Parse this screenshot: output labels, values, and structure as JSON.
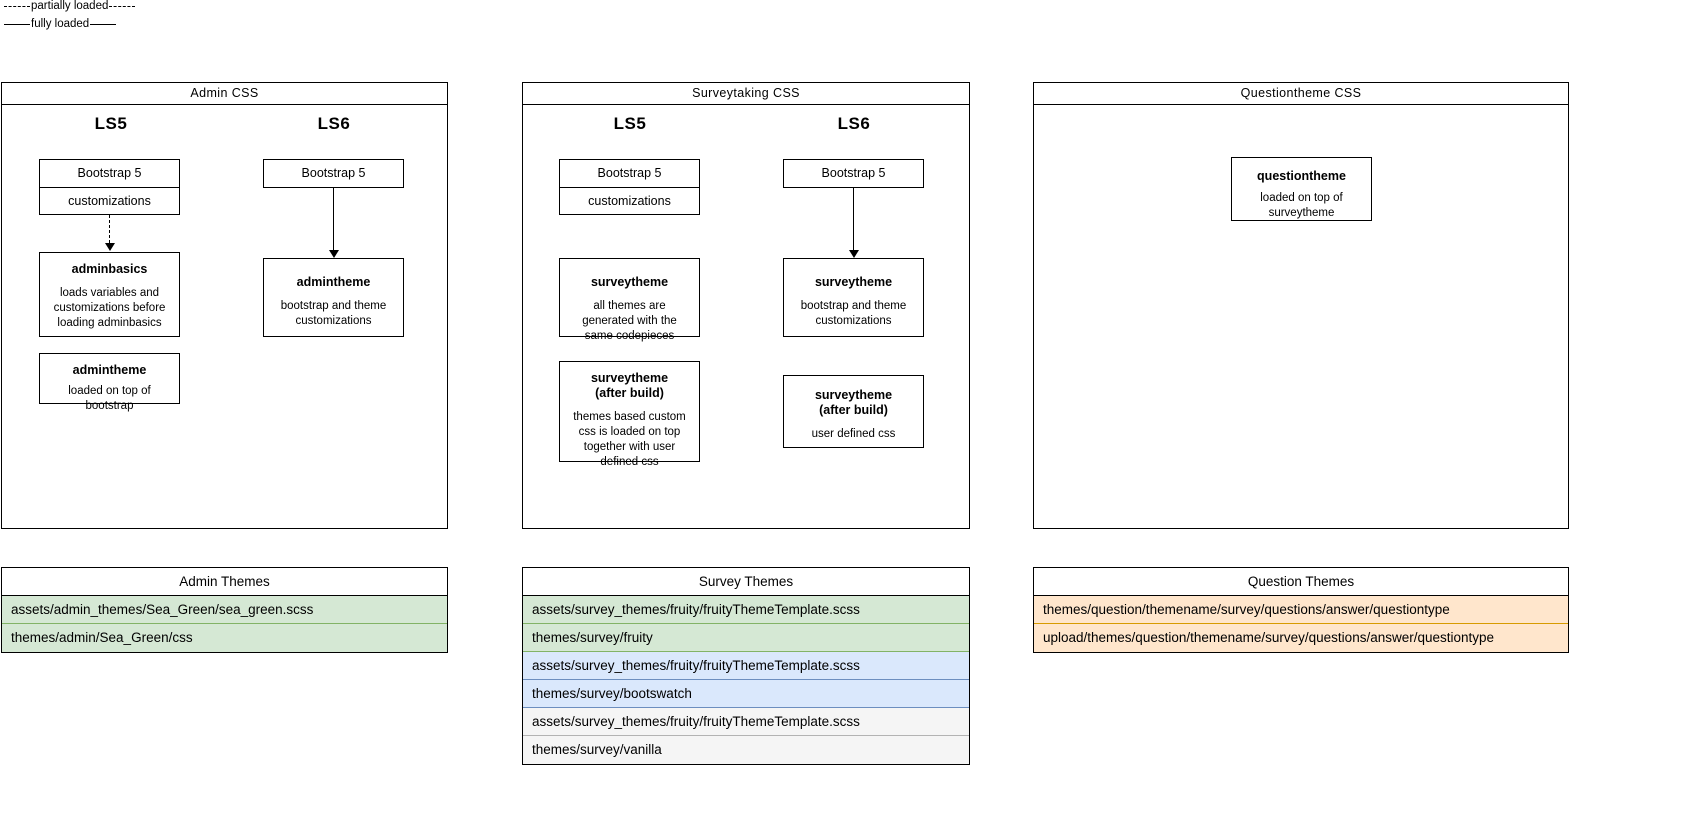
{
  "legend": {
    "partially_loaded": "partially loaded",
    "fully_loaded": "fully loaded"
  },
  "panels": [
    {
      "title": "Admin CSS",
      "columns": [
        {
          "label": "LS5",
          "stack": {
            "segments": [
              "Bootstrap 5",
              "customizations"
            ]
          },
          "connector": "partially loaded",
          "boxes": [
            {
              "head": "adminbasics",
              "desc": "loads variables and customizations before loading adminbasics"
            },
            {
              "head": "admintheme",
              "desc": "loaded on top of bootstrap"
            }
          ]
        },
        {
          "label": "LS6",
          "stack": {
            "segments": [
              "Bootstrap 5"
            ]
          },
          "connector": "fully loaded",
          "boxes": [
            {
              "head": "admintheme",
              "desc": "bootstrap and theme customizations"
            }
          ]
        }
      ]
    },
    {
      "title": "Surveytaking CSS",
      "columns": [
        {
          "label": "LS5",
          "stack": {
            "segments": [
              "Bootstrap 5",
              "customizations"
            ]
          },
          "connector": "none",
          "boxes": [
            {
              "head": "surveytheme",
              "desc": "all themes are generated with the same codepieces"
            },
            {
              "head": "surveytheme (after build)",
              "desc": "themes based custom css is loaded on top together with user defined css"
            }
          ]
        },
        {
          "label": "LS6",
          "stack": {
            "segments": [
              "Bootstrap 5"
            ]
          },
          "connector": "fully loaded",
          "boxes": [
            {
              "head": "surveytheme",
              "desc": "bootstrap and theme customizations"
            },
            {
              "head": "surveytheme (after build)",
              "desc": "user defined css"
            }
          ]
        }
      ]
    },
    {
      "title": "Questiontheme CSS",
      "columns": [
        {
          "label": "",
          "boxes": [
            {
              "head": "questiontheme",
              "desc": "loaded on top of surveytheme"
            }
          ]
        }
      ]
    }
  ],
  "nodes": {
    "admin_ls5_seg0": "Bootstrap 5",
    "admin_ls5_seg1": "customizations",
    "admin_ls5_b1_head": "adminbasics",
    "admin_ls5_b1_desc": "loads variables and customizations before loading adminbasics",
    "admin_ls5_b2_head": "admintheme",
    "admin_ls5_b2_desc": "loaded on top of bootstrap",
    "admin_ls6_seg0": "Bootstrap 5",
    "admin_ls6_b1_head": "admintheme",
    "admin_ls6_b1_desc": "bootstrap and theme customizations",
    "survey_ls5_seg0": "Bootstrap 5",
    "survey_ls5_seg1": "customizations",
    "survey_ls5_b1_head": "surveytheme",
    "survey_ls5_b1_desc": "all themes are generated with the same codepieces",
    "survey_ls5_b2_head_l1": "surveytheme",
    "survey_ls5_b2_head_l2": "(after build)",
    "survey_ls5_b2_desc": "themes based custom css is loaded on top together with user defined css",
    "survey_ls6_seg0": "Bootstrap 5",
    "survey_ls6_b1_head": "surveytheme",
    "survey_ls6_b1_desc": "bootstrap and theme customizations",
    "survey_ls6_b2_head_l1": "surveytheme",
    "survey_ls6_b2_head_l2": "(after build)",
    "survey_ls6_b2_desc": "user defined css",
    "question_b1_head": "questiontheme",
    "question_b1_desc": "loaded on top of surveytheme"
  },
  "labels": {
    "admin_ls5": "LS5",
    "admin_ls6": "LS6",
    "survey_ls5": "LS5",
    "survey_ls6": "LS6"
  },
  "panel_titles": {
    "admin": "Admin CSS",
    "survey": "Surveytaking CSS",
    "question": "Questiontheme CSS"
  },
  "tables": {
    "admin": {
      "title": "Admin Themes",
      "rows": [
        {
          "text": "assets/admin_themes/Sea_Green/sea_green.scss",
          "color": "green"
        },
        {
          "text": "themes/admin/Sea_Green/css",
          "color": "green"
        }
      ]
    },
    "survey": {
      "title": "Survey Themes",
      "rows": [
        {
          "text": "assets/survey_themes/fruity/fruityThemeTemplate.scss",
          "color": "green"
        },
        {
          "text": "themes/survey/fruity",
          "color": "green"
        },
        {
          "text": "assets/survey_themes/fruity/fruityThemeTemplate.scss",
          "color": "blue"
        },
        {
          "text": "themes/survey/bootswatch",
          "color": "blue"
        },
        {
          "text": "assets/survey_themes/fruity/fruityThemeTemplate.scss",
          "color": "grey"
        },
        {
          "text": "themes/survey/vanilla",
          "color": "grey"
        }
      ]
    },
    "question": {
      "title": "Question Themes",
      "rows": [
        {
          "text": "themes/question/themename/survey/questions/answer/questiontype",
          "color": "orange"
        },
        {
          "text": "upload/themes/question/themename/survey/questions/answer/questiontype",
          "color": "orange"
        }
      ]
    }
  },
  "colors": {
    "green_fill": "#d5e8d4",
    "green_stroke": "#82b366",
    "blue_fill": "#dae8fc",
    "blue_stroke": "#6c8ebf",
    "grey_fill": "#f5f5f5",
    "grey_stroke": "#b3b3b3",
    "orange_fill": "#ffe6cc",
    "orange_stroke": "#d79b00",
    "stroke": "#000000"
  }
}
